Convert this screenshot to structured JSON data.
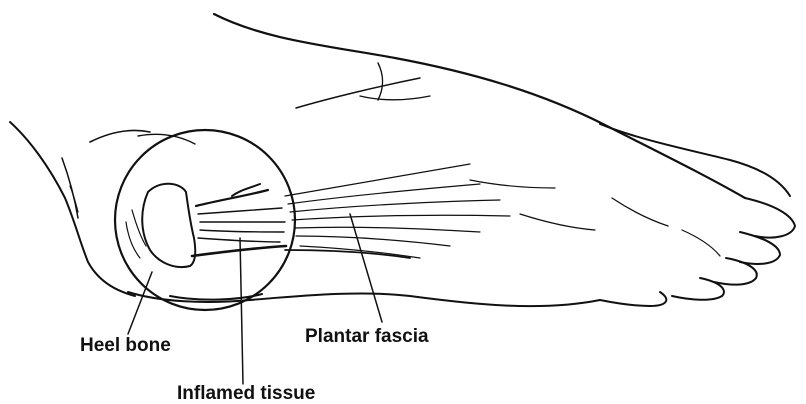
{
  "diagram": {
    "labels": {
      "heel_bone": "Heel bone",
      "plantar_fascia": "Plantar fascia",
      "inflamed_tissue": "Inflamed tissue"
    },
    "colors": {
      "ink": "#111111",
      "background": "#ffffff"
    }
  }
}
